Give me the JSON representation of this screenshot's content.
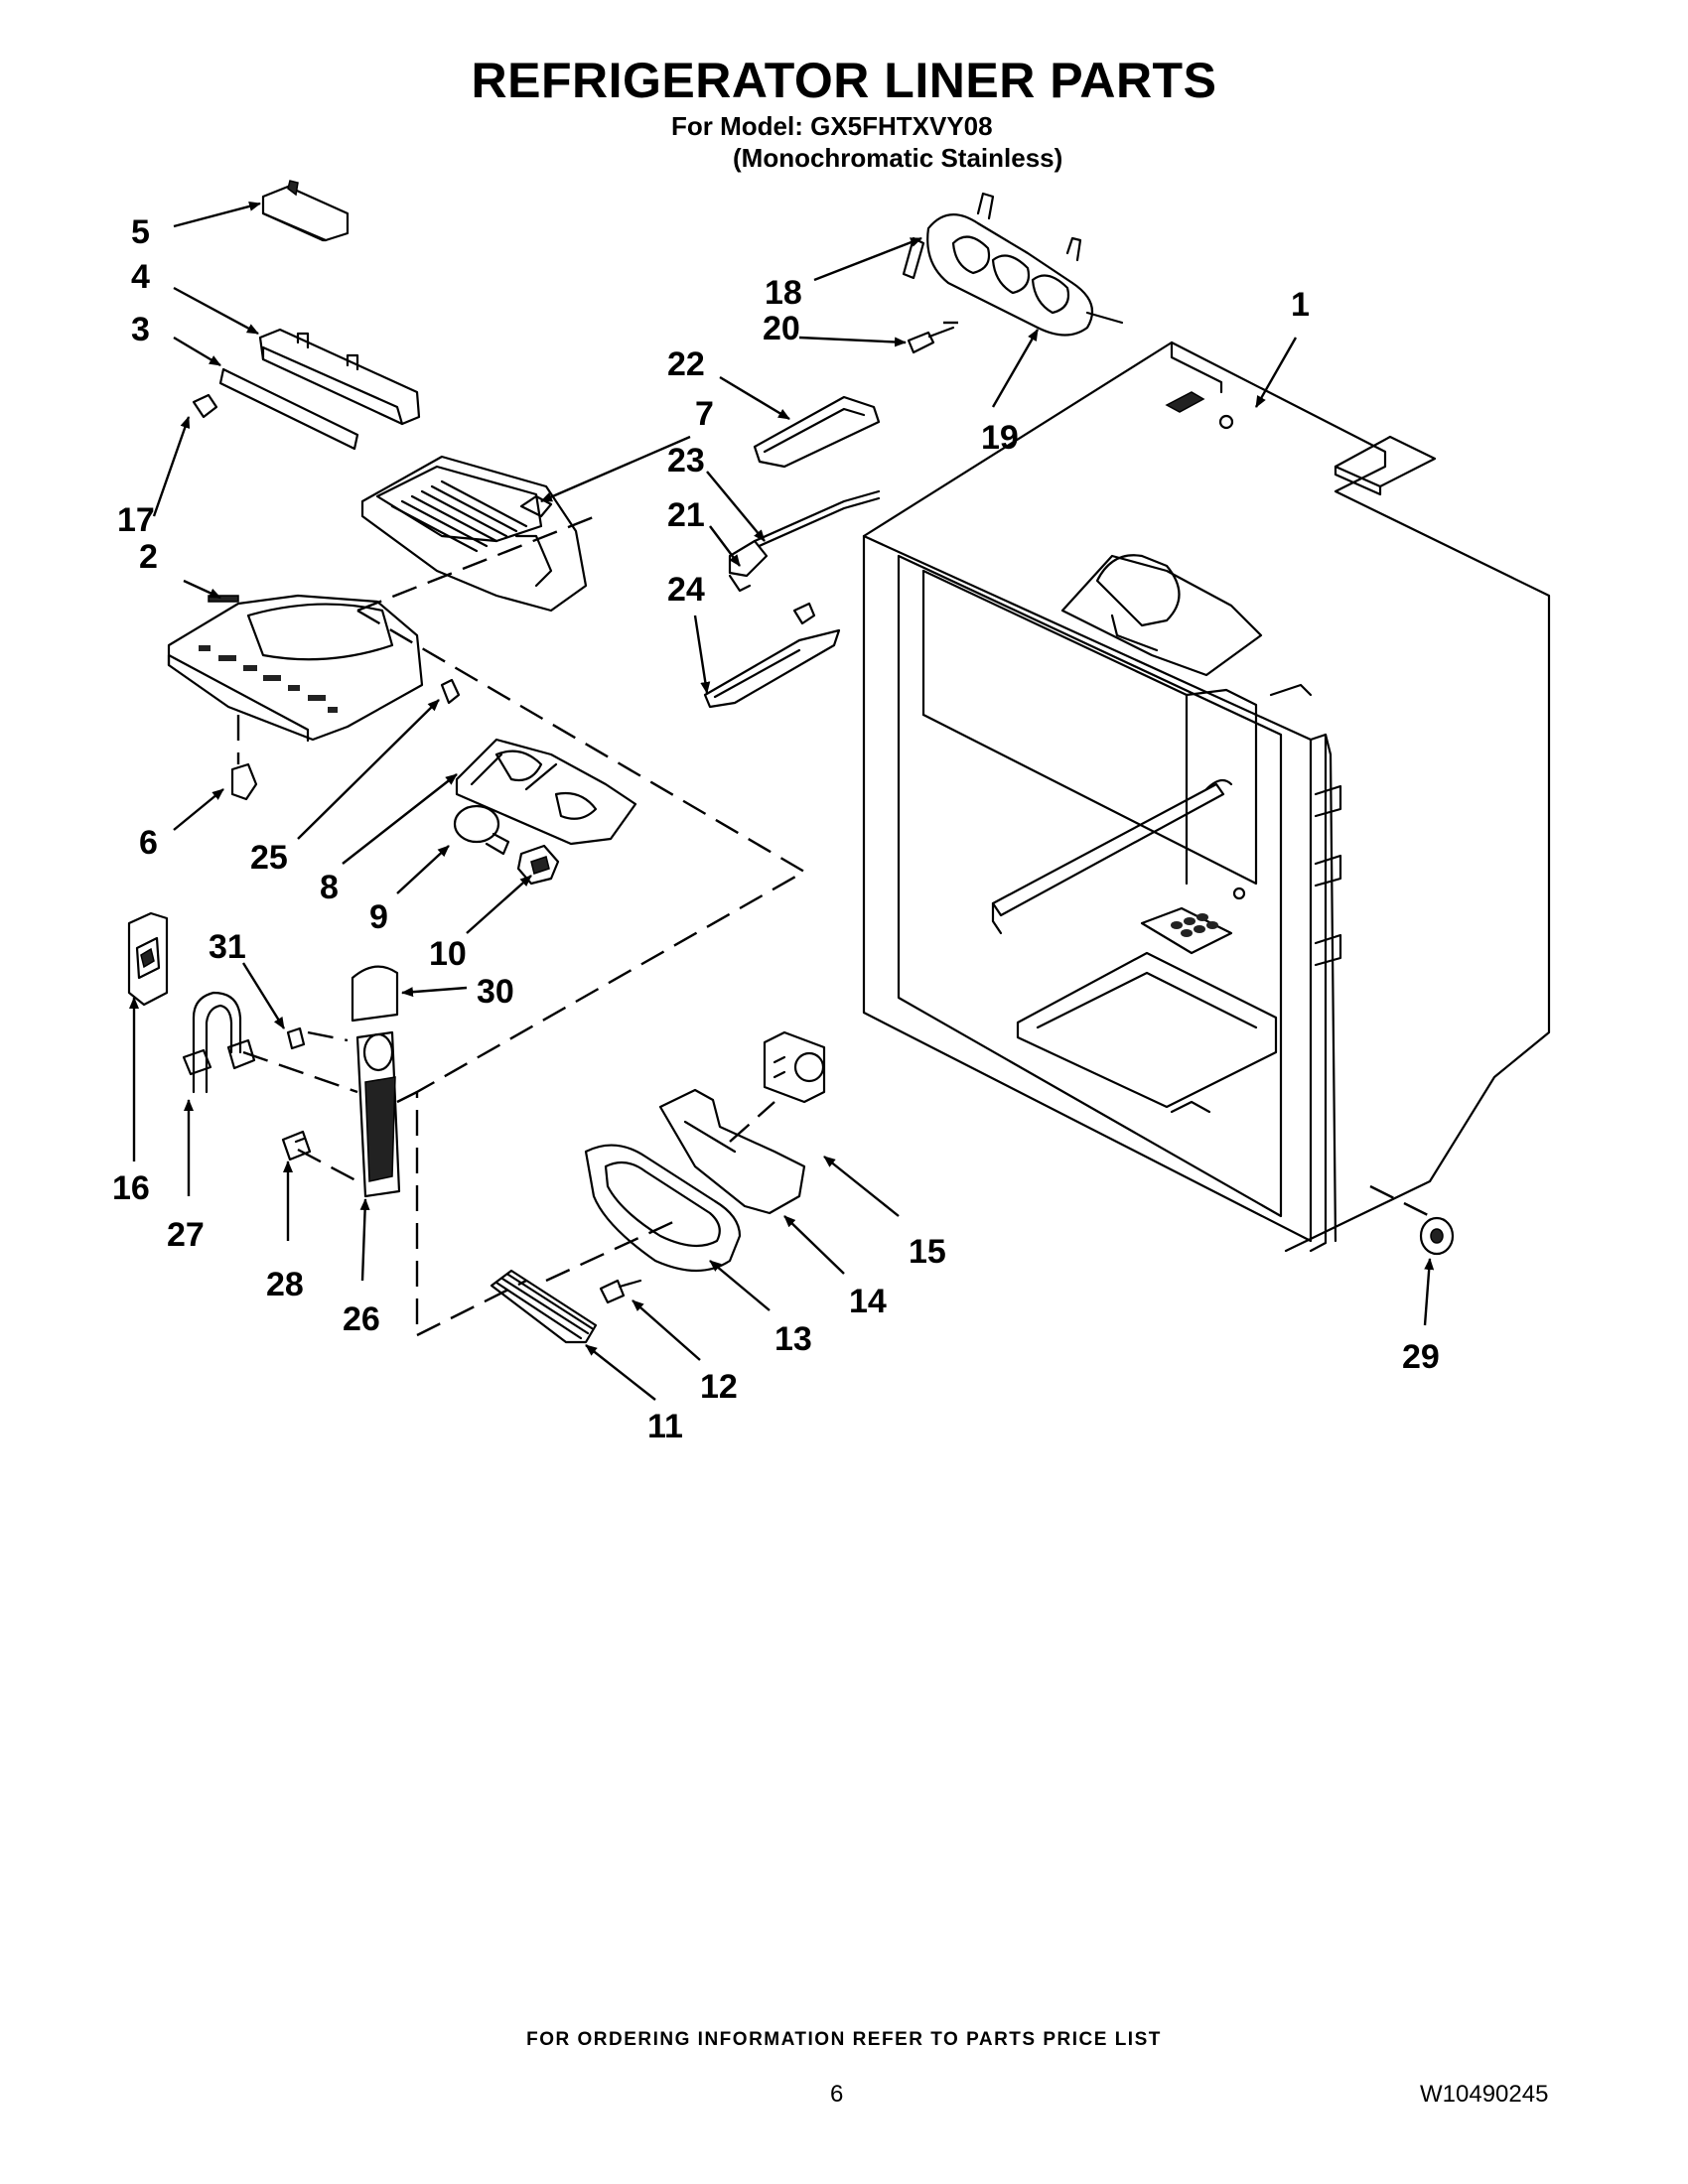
{
  "header": {
    "title": "REFRIGERATOR LINER PARTS",
    "model_line": "For Model: GX5FHTXVY08",
    "variant_line": "(Monochromatic Stainless)"
  },
  "callouts": {
    "c1": "1",
    "c2": "2",
    "c3": "3",
    "c4": "4",
    "c5": "5",
    "c6": "6",
    "c7": "7",
    "c8": "8",
    "c9": "9",
    "c10": "10",
    "c11": "11",
    "c12": "12",
    "c13": "13",
    "c14": "14",
    "c15": "15",
    "c16": "16",
    "c17": "17",
    "c18": "18",
    "c19": "19",
    "c20": "20",
    "c21": "21",
    "c22": "22",
    "c23": "23",
    "c24": "24",
    "c25": "25",
    "c26": "26",
    "c27": "27",
    "c28": "28",
    "c29": "29",
    "c30": "30",
    "c31": "31"
  },
  "footer": {
    "ordering_note": "FOR ORDERING INFORMATION REFER TO PARTS PRICE LIST",
    "page_number": "6",
    "document_number": "W10490245"
  }
}
